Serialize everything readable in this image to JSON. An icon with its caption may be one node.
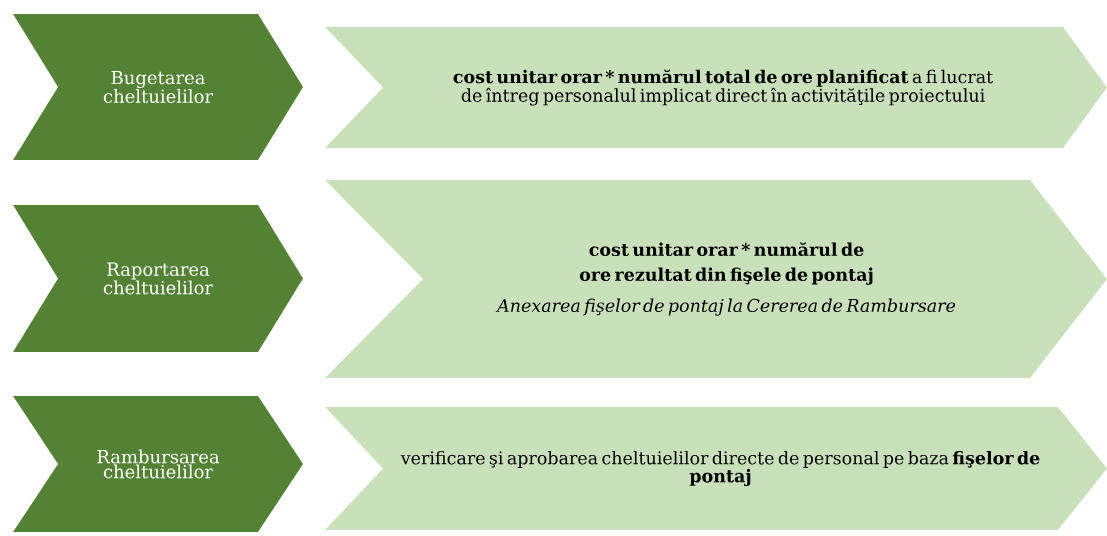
{
  "diagram": {
    "nodes": [
      {
        "text": [
          "Bugetarea cheltuielilor"
        ]
      },
      {
        "text": [
          "**cost unitar orar * numărul total de ore planificat** a fi lucrat de întreg personalul implicat direct în activităţile proiectului"
        ]
      },
      {
        "text": [
          "Raportarea cheltuielilor"
        ]
      },
      {
        "text": [
          "cost unitar orar * numărul de ore rezultat din fişele de pontaj",
          "Anexarea fişelor de pontaj la Cererea de Rambursare"
        ]
      },
      {
        "text": [
          "Rambursarea cheltuielilor"
        ]
      },
      {
        "text": [
          "verificare şi aprobarea cheltuielilor directe de personal pe baza **fişelor de pontaj**"
        ]
      }
    ]
  }
}
